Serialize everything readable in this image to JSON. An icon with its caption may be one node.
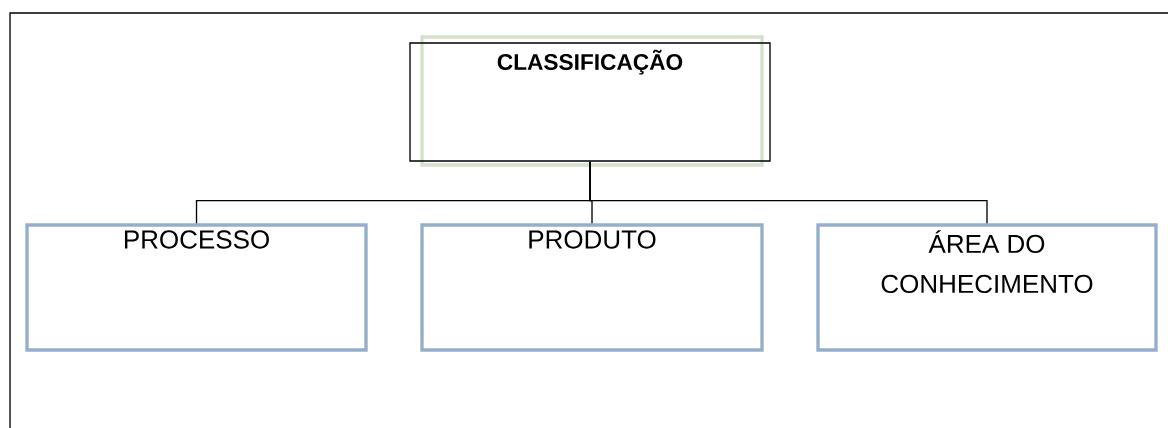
{
  "diagram": {
    "nodes": [
      {
        "text": [
          "CLASSIFICAÇÃO"
        ]
      },
      {
        "text": [
          "PROCESSO"
        ]
      },
      {
        "text": [
          "PRODUTO"
        ]
      },
      {
        "text": [
          "ÁREA DO CONHECIMENTO"
        ]
      }
    ],
    "edges": [
      {
        "from": 0,
        "to": 1,
        "arrow": "none"
      },
      {
        "from": 0,
        "to": 2,
        "arrow": "none"
      },
      {
        "from": 0,
        "to": 3,
        "arrow": "none"
      }
    ]
  }
}
